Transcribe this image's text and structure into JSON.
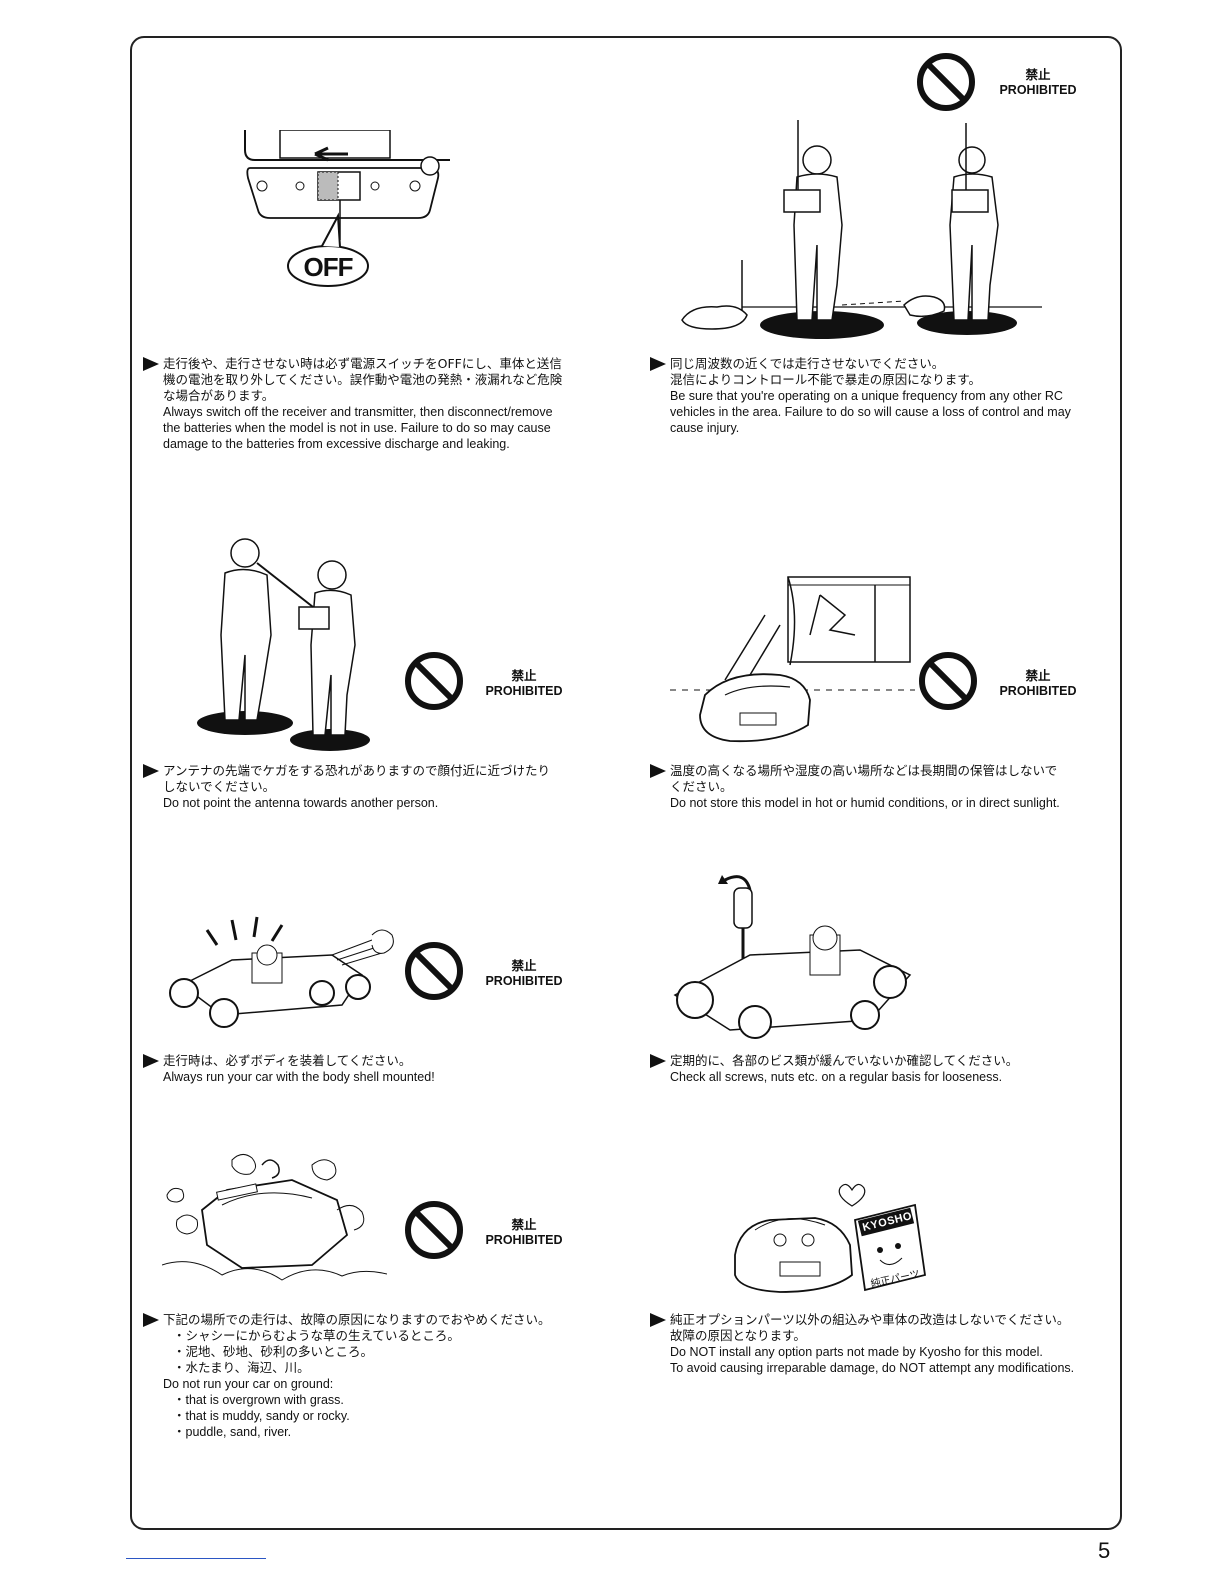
{
  "page": {
    "number": "5"
  },
  "prohibited": {
    "jp": "禁止",
    "en": "PROHIBITED"
  },
  "switch_label": "OFF",
  "brand_box": {
    "brand": "KYOSHO",
    "parts": "純正パーツ"
  },
  "notes": {
    "switch_off": {
      "jp": [
        "走行後や、走行させない時は必ず電源スイッチをOFFにし、車体と送信",
        "機の電池を取り外してください。誤作動や電池の発熱・液漏れなど危険",
        "な場合があります。"
      ],
      "en": [
        "Always switch off the receiver and transmitter, then disconnect/remove",
        "the batteries when the model is not in use. Failure to do so may cause",
        "damage to the batteries from excessive discharge and leaking."
      ]
    },
    "frequency": {
      "jp": [
        "同じ周波数の近くでは走行させないでください。",
        "混信によりコントロール不能で暴走の原因になります。"
      ],
      "en": [
        "Be sure that you're operating on a unique frequency from any other RC",
        "vehicles in the area. Failure to do so will cause a loss of control and may",
        "cause injury."
      ]
    },
    "antenna": {
      "jp": [
        "アンテナの先端でケガをする恐れがありますので顔付近に近づけたり",
        "しないでください。"
      ],
      "en": [
        "Do not point the antenna towards another person."
      ]
    },
    "storage": {
      "jp": [
        "温度の高くなる場所や湿度の高い場所などは長期間の保管はしないで",
        "ください。"
      ],
      "en": [
        "Do not store this model in hot or humid conditions, or in direct sunlight."
      ]
    },
    "body_shell": {
      "jp": [
        "走行時は、必ずボディを装着してください。"
      ],
      "en": [
        "Always run your car with the body shell mounted!"
      ]
    },
    "screws": {
      "jp": [
        "定期的に、各部のビス類が緩んでいないか確認してください。"
      ],
      "en": [
        "Check all screws, nuts etc. on a regular basis for looseness."
      ]
    },
    "ground": {
      "jp": [
        "下記の場所での走行は、故障の原因になりますのでおやめください。"
      ],
      "jp_list": [
        "・シャシーにからむような草の生えているところ。",
        "・泥地、砂地、砂利の多いところ。",
        "・水たまり、海辺、川。"
      ],
      "en": [
        "Do not run your car on ground:"
      ],
      "en_list": [
        "・that is overgrown with grass.",
        "・that is muddy, sandy or rocky.",
        "・puddle, sand, river."
      ]
    },
    "option_parts": {
      "jp": [
        "純正オプションパーツ以外の組込みや車体の改造はしないでください。",
        "故障の原因となります。"
      ],
      "en": [
        "Do NOT install any option parts not made by Kyosho for this model.",
        "To avoid causing irreparable damage, do NOT attempt any modifications."
      ]
    }
  }
}
